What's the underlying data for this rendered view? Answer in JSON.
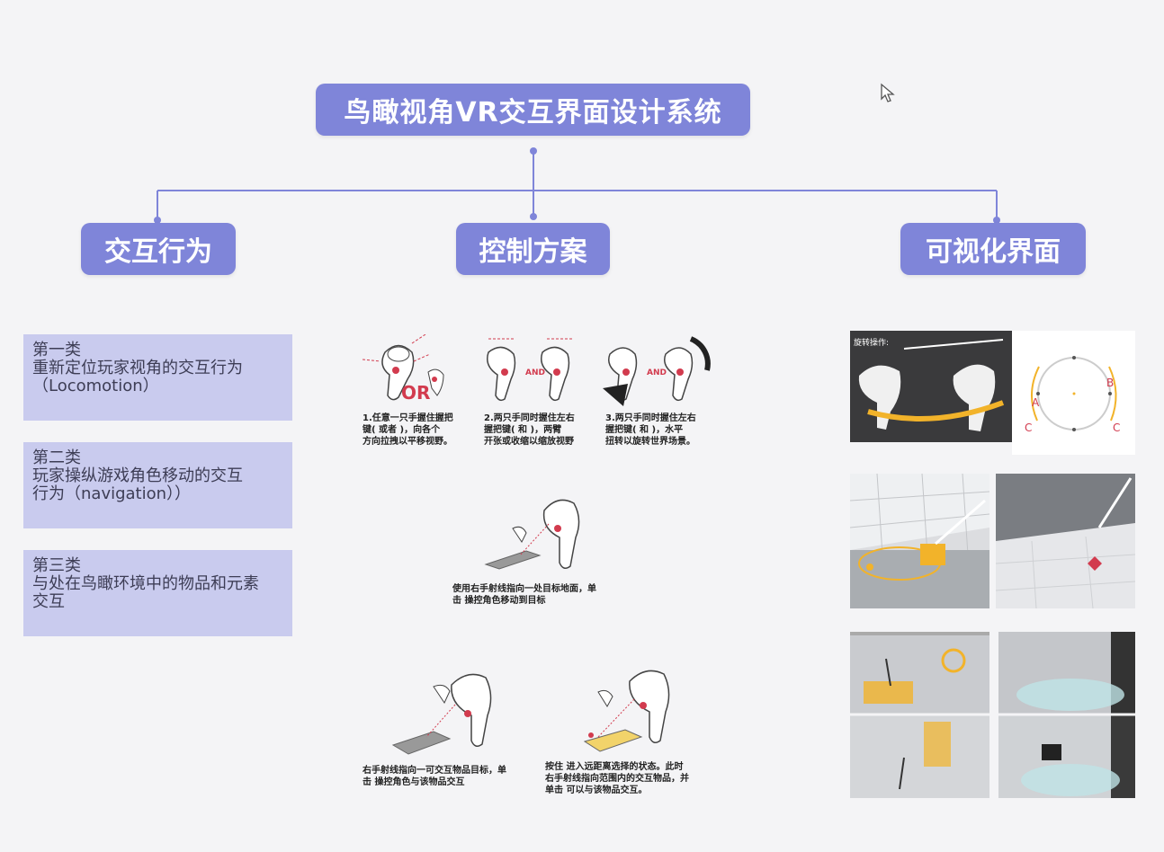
{
  "title": "鸟瞰视角VR交互界面设计系统",
  "categories": [
    "交互行为",
    "控制方案",
    "可视化界面"
  ],
  "interaction_types": [
    {
      "label": "第一类",
      "text": "重新定位玩家视角的交互行为\n（Locomotion）"
    },
    {
      "label": "第二类",
      "text": "玩家操纵游戏角色移动的交互\n行为（navigation））"
    },
    {
      "label": "第三类",
      "text": "与处在鸟瞰环境中的物品和元素\n交互"
    }
  ],
  "control_captions": {
    "c1": "1.任意一只手握住握把\n键(  或者  )，向各个\n方向拉拽以平移视野。",
    "c2": "2.两只手同时握住左右\n握把键(  和  )，两臂\n开张或收缩以缩放视野",
    "c3": "3.两只手同时握住左右\n握把键(  和  )，水平\n扭转以旋转世界场景。",
    "c4": "使用右手射线指向一处目标地面，单\n击  操控角色移动到目标",
    "c5": "右手射线指向一可交互物品目标，单\n击  操控角色与该物品交互",
    "c6": "按住  进入远距离选择的状态。此时\n右手射线指向范围内的交互物品，并\n单击  可以与该物品交互。"
  },
  "control_marks": {
    "or": "OR",
    "and": "AND"
  },
  "vis_labels": {
    "a": "A",
    "b": "B",
    "c1": "C",
    "c2": "C",
    "rotate_hint": "旋转操作:"
  },
  "colors": {
    "accent": "#7f85d9",
    "panel": "#c9cbee",
    "highlight": "#f2b32a",
    "controller_red": "#d23b4e"
  }
}
